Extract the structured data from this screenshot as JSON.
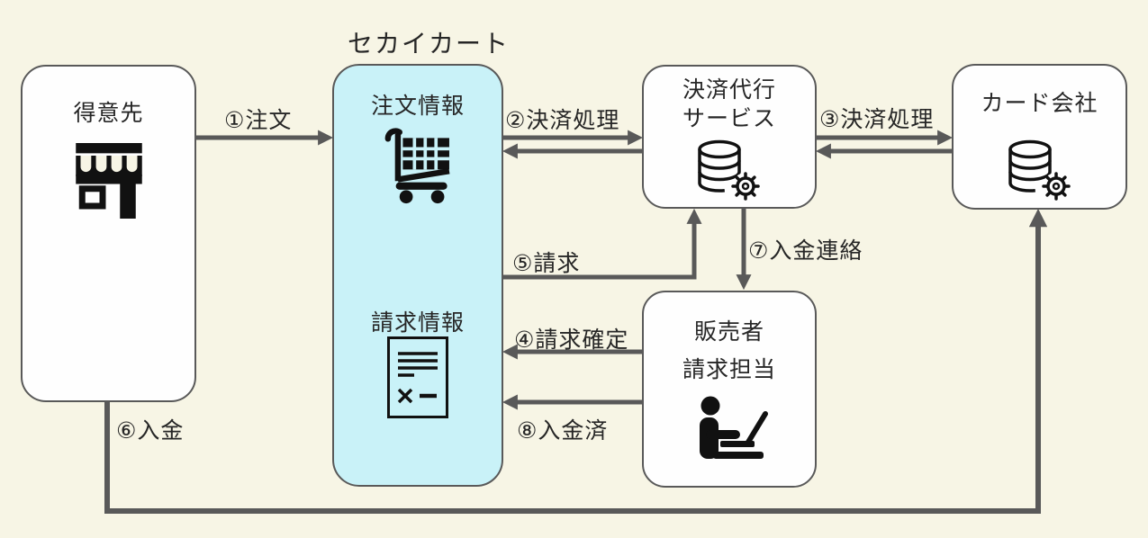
{
  "title": "セカイカート",
  "colors": {
    "background": "#f7f5e5",
    "cyan_fill": "#c9f2f8",
    "box_border": "#595959",
    "arrow": "#595959",
    "text": "#262626"
  },
  "nodes": {
    "customer": {
      "label": "得意先",
      "icon": "storefront-icon"
    },
    "sekai_cart": {
      "order_section": {
        "label": "注文情報",
        "icon": "shopping-cart-icon"
      },
      "billing_section": {
        "label": "請求情報",
        "icon": "invoice-icon"
      }
    },
    "payment_service": {
      "label_line1": "決済代行",
      "label_line2": "サービス",
      "icon": "database-gear-icon"
    },
    "card_company": {
      "label": "カード会社",
      "icon": "database-gear-icon"
    },
    "seller": {
      "label_line1": "販売者",
      "label_line2": "請求担当",
      "icon": "person-laptop-icon"
    }
  },
  "arrows": {
    "order": {
      "label": "①注文"
    },
    "payment_processing_1": {
      "label": "②決済処理"
    },
    "payment_processing_2": {
      "label": "③決済処理"
    },
    "billing_confirm": {
      "label": "④請求確定"
    },
    "billing": {
      "label": "⑤請求"
    },
    "deposit": {
      "label": "⑥入金"
    },
    "deposit_notice": {
      "label": "⑦入金連絡"
    },
    "deposit_done": {
      "label": "⑧入金済"
    }
  }
}
